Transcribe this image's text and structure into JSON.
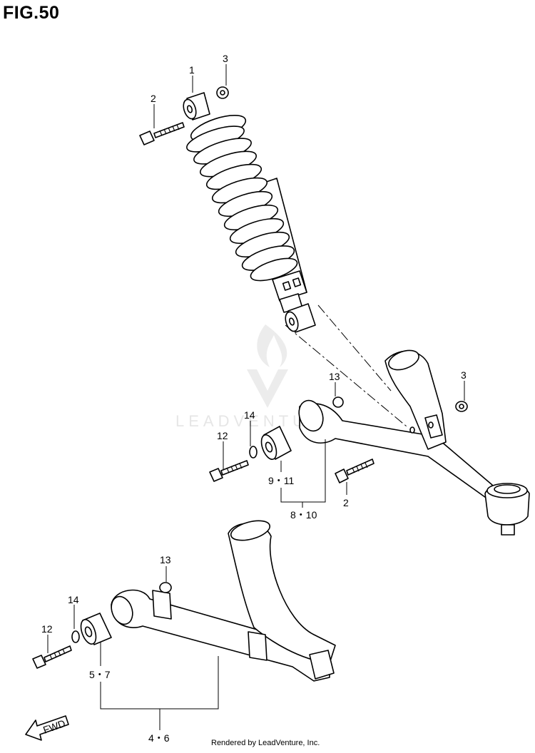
{
  "figure": {
    "title": "FIG.50",
    "footer": "Rendered by LeadVenture, Inc.",
    "watermark": "LEADVENTURE",
    "fwd_label": "FWD"
  },
  "callouts": {
    "c1": "1",
    "c2_top": "2",
    "c3_top": "3",
    "c13_mid": "13",
    "c3_mid": "3",
    "c14_mid": "14",
    "c12_mid": "12",
    "c9_11": "9・11",
    "c8_10": "8・10",
    "c2_mid": "2",
    "c13_low": "13",
    "c14_low": "14",
    "c12_low": "12",
    "c5_7": "5・7",
    "c4_6": "4・6"
  },
  "colors": {
    "line": "#000000",
    "background": "#ffffff",
    "watermark": "#e6e6e6"
  }
}
